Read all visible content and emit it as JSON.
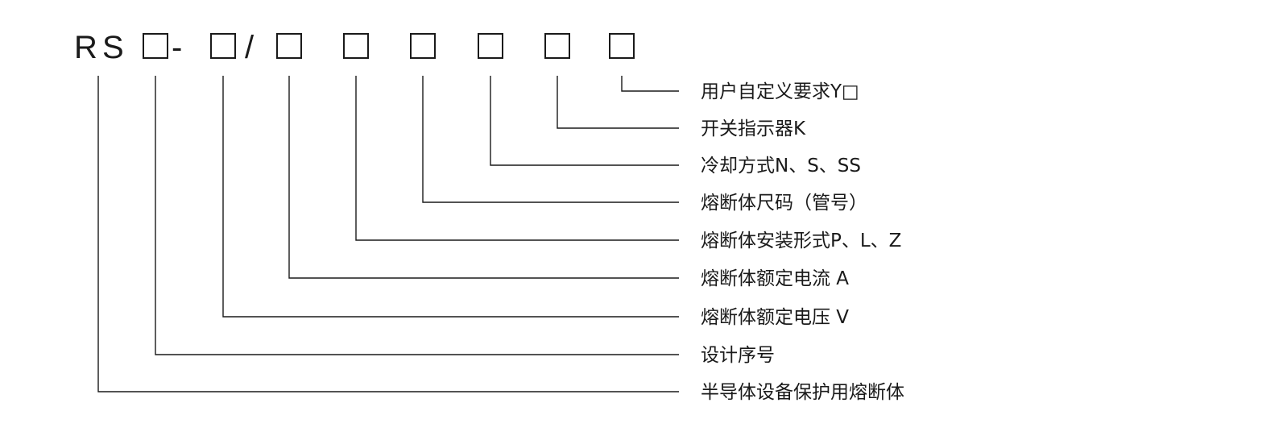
{
  "model_code": {
    "prefix": [
      "R",
      "S"
    ],
    "separators": [
      "-",
      "/"
    ]
  },
  "fields": [
    {
      "code_char": "R",
      "label": "半导体设备保护用熔断体"
    },
    {
      "code_char": "□",
      "label": "设计序号"
    },
    {
      "code_char": "□",
      "label": "熔断体额定电压 V"
    },
    {
      "code_char": "□",
      "label": "熔断体额定电流 A"
    },
    {
      "code_char": "□",
      "label": "熔断体安装形式P、L、Z"
    },
    {
      "code_char": "□",
      "label": "熔断体尺码（管号）"
    },
    {
      "code_char": "□",
      "label": "冷却方式N、S、SS"
    },
    {
      "code_char": "□",
      "label": "开关指示器K"
    },
    {
      "code_char": "□",
      "label": "用户自定义要求Y□"
    }
  ]
}
